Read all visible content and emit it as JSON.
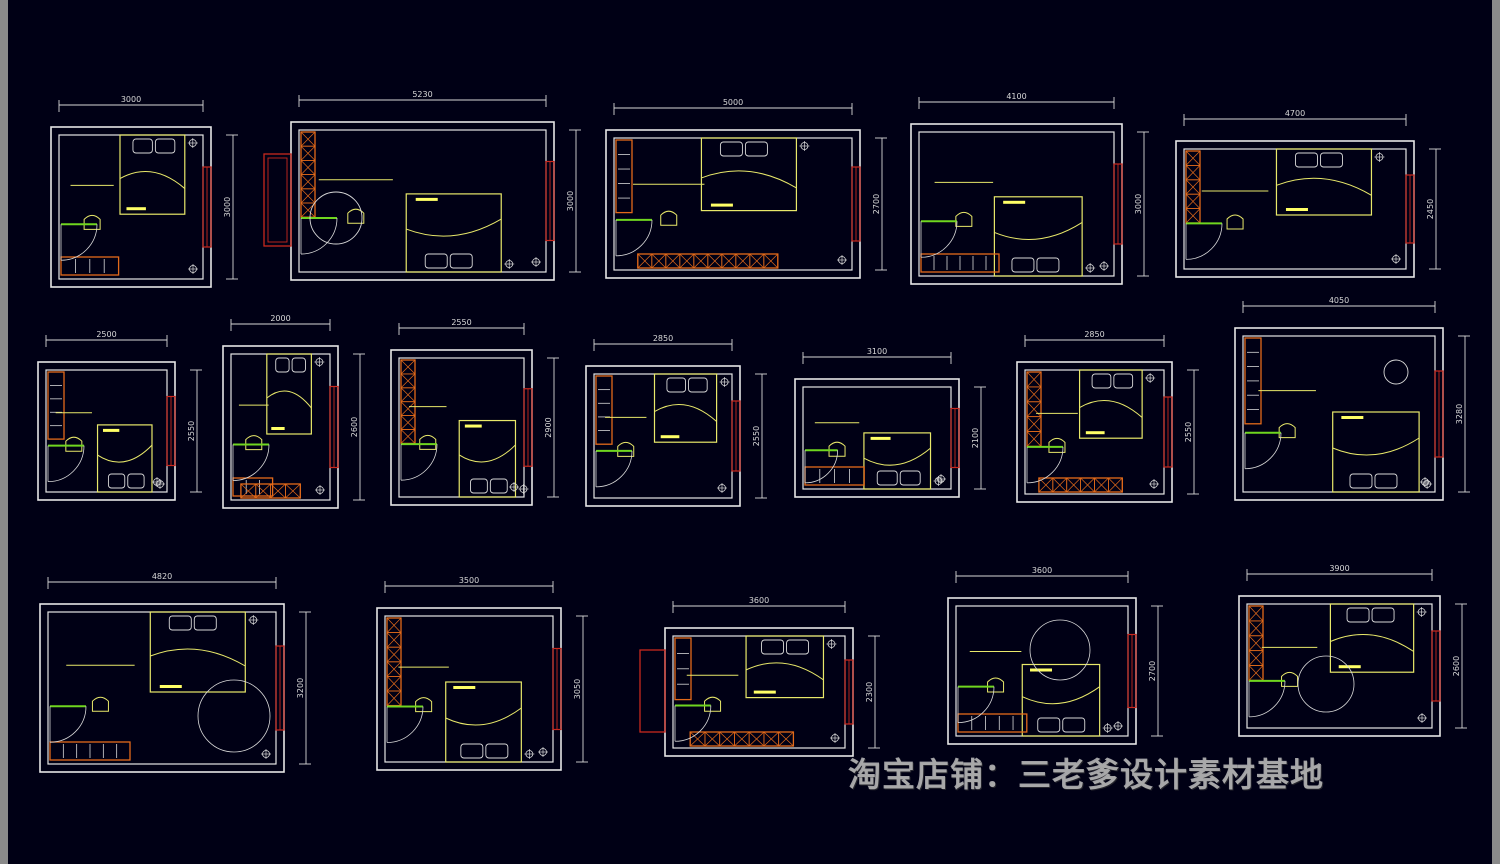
{
  "watermark": "淘宝店铺：三老爹设计素材基地",
  "colors": {
    "background": "#000015",
    "wall": "#e6e6e6",
    "furniture": "#e8e86a",
    "wardrobe": "#e36a1a",
    "window": "#c8281e",
    "door_swing": "#d8d8d8",
    "door_leaf": "#6fd61f",
    "accent": "#ffff66",
    "dimension": "#d8d8d8"
  },
  "plans": [
    {
      "width_label": "3000",
      "height_label": "3000"
    },
    {
      "width_label": "5230",
      "height_label": "3000"
    },
    {
      "width_label": "5000",
      "height_label": "2700"
    },
    {
      "width_label": "4100",
      "height_label": "3000"
    },
    {
      "width_label": "4700",
      "height_label": "2450"
    },
    {
      "width_label": "2500",
      "height_label": "2550"
    },
    {
      "width_label": "2000",
      "height_label": "2600"
    },
    {
      "width_label": "2550",
      "height_label": "2900"
    },
    {
      "width_label": "2850",
      "height_label": "2550"
    },
    {
      "width_label": "3100",
      "height_label": "2100"
    },
    {
      "width_label": "2850",
      "height_label": "2550"
    },
    {
      "width_label": "4050",
      "height_label": "3280"
    },
    {
      "width_label": "4820",
      "height_label": "3200"
    },
    {
      "width_label": "3500",
      "height_label": "3050"
    },
    {
      "width_label": "3600",
      "height_label": "2300"
    },
    {
      "width_label": "3600",
      "height_label": "2700"
    },
    {
      "width_label": "3900",
      "height_label": "2600"
    }
  ]
}
